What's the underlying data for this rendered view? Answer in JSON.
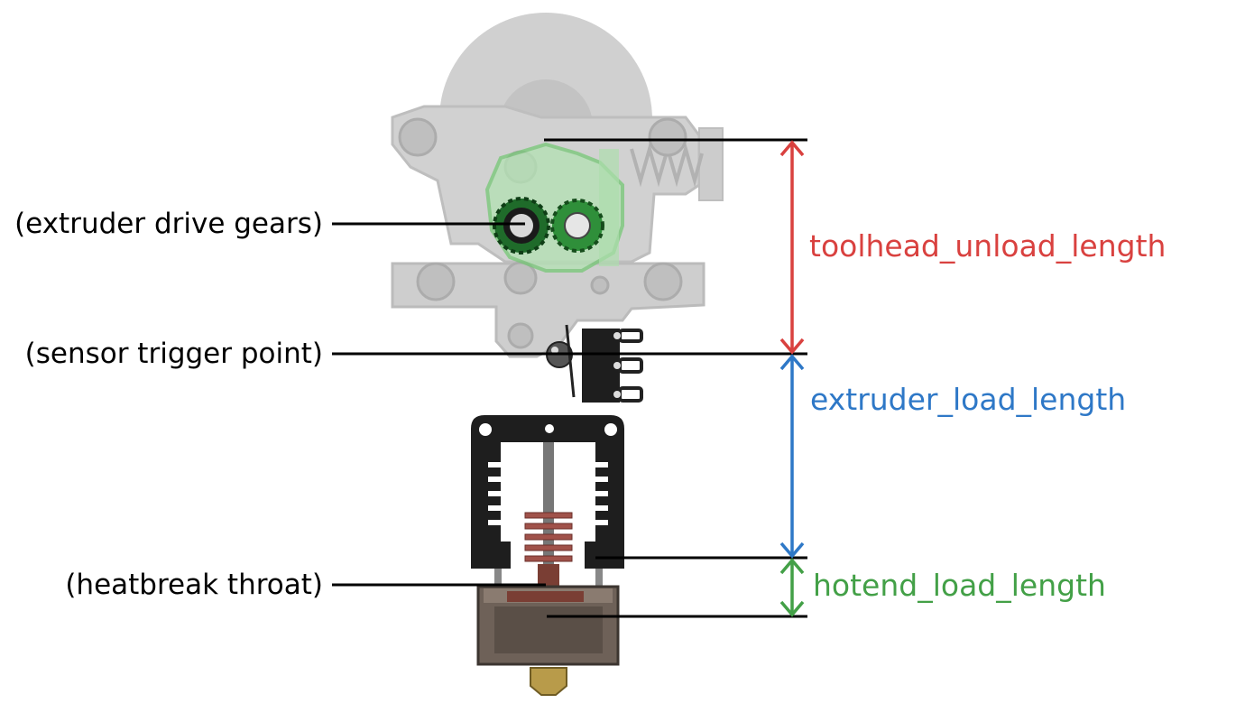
{
  "callouts": [
    {
      "id": "drive-gears",
      "label": "(extruder drive gears)"
    },
    {
      "id": "sensor-trigger",
      "label": "(sensor trigger point)"
    },
    {
      "id": "heatbreak",
      "label": "(heatbreak throat)"
    }
  ],
  "dimensions": [
    {
      "id": "toolhead-unload",
      "label": "toolhead_unload_length",
      "color": "#d9413f"
    },
    {
      "id": "extruder-load",
      "label": "extruder_load_length",
      "color": "#2e78c7"
    },
    {
      "id": "hotend-load",
      "label": "hotend_load_length",
      "color": "#43a047"
    }
  ],
  "colors": {
    "extruder_body": "#c9c9c9",
    "extruder_outline": "#b0b0b0",
    "gear_green": "#2e8b2e",
    "arm_green": "#7fd07f",
    "heatsink": "#1e1e1e",
    "heatbreak": "#8a4a3a",
    "heater_block": "#6e6158",
    "nozzle": "#b89b4a"
  }
}
